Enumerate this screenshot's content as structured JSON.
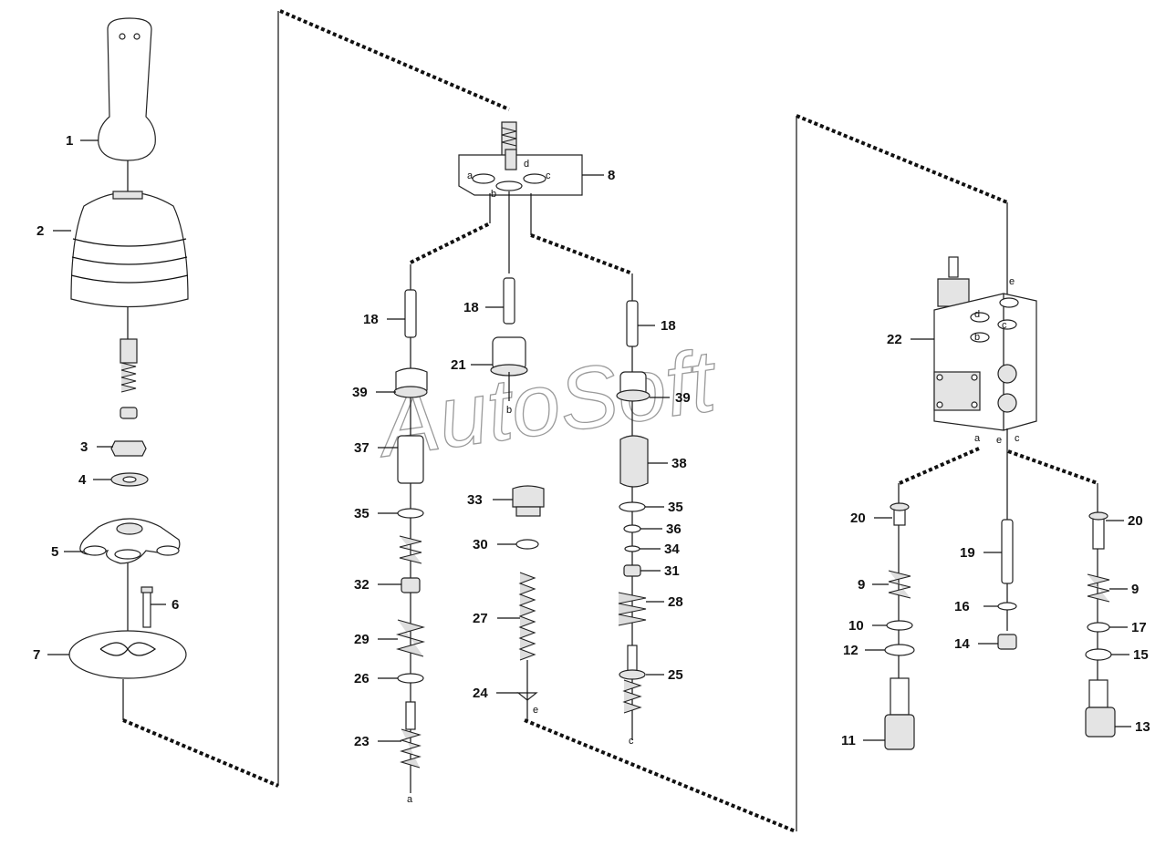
{
  "labels": {
    "l1": "1",
    "l2": "2",
    "l3": "3",
    "l4": "4",
    "l5": "5",
    "l6": "6",
    "l7": "7",
    "l8": "8",
    "l9a": "9",
    "l9b": "9",
    "l10": "10",
    "l11": "11",
    "l12": "12",
    "l13": "13",
    "l14": "14",
    "l15": "15",
    "l16": "16",
    "l17": "17",
    "l18a": "18",
    "l18b": "18",
    "l18c": "18",
    "l19": "19",
    "l20a": "20",
    "l20b": "20",
    "l21": "21",
    "l22": "22",
    "l23": "23",
    "l24": "24",
    "l25": "25",
    "l26": "26",
    "l27": "27",
    "l28": "28",
    "l29": "29",
    "l30": "30",
    "l31": "31",
    "l32": "32",
    "l33": "33",
    "l34": "34",
    "l35a": "35",
    "l35b": "35",
    "l36": "36",
    "l37": "37",
    "l38": "38",
    "l39a": "39",
    "l39b": "39"
  },
  "ports": {
    "plate_a": "a",
    "plate_b": "b",
    "plate_c": "c",
    "plate_d": "d",
    "stack_a": "a",
    "stack_b": "b",
    "stack_c": "c",
    "stack_e": "e",
    "block_a": "a",
    "block_b": "b",
    "block_c": "c",
    "block_d": "d",
    "block_e": "e",
    "block_e2": "e"
  },
  "watermark": "AutoSoft"
}
